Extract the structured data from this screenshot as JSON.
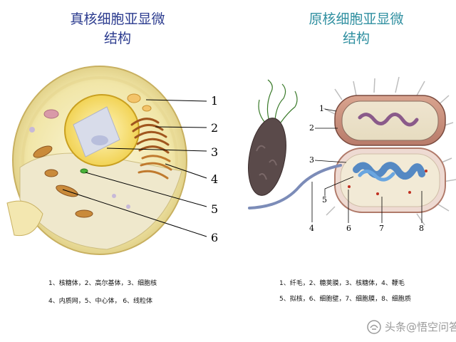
{
  "eukaryote": {
    "title_line1": "真核细胞亚显微",
    "title_line2": "结构",
    "labels": [
      "1",
      "2",
      "3",
      "4",
      "5",
      "6"
    ],
    "legend_line1": "1、核糖体，2、高尔基体，3、细胞核",
    "legend_line2": "4、内质网，5、中心体，   6、线粒体"
  },
  "prokaryote": {
    "title_line1": "原核细胞亚显微",
    "title_line2": "结构",
    "labels": [
      "1",
      "2",
      "3",
      "4",
      "5",
      "6",
      "7",
      "8"
    ],
    "legend_line1": "1、纤毛，2、糖荚膜，3、核糖体，4、鞭毛",
    "legend_line2": "5、拟核，6、细胞壁，7、细胞膜，8、细胞质"
  },
  "watermark": {
    "text": "头条@悟空问答"
  }
}
